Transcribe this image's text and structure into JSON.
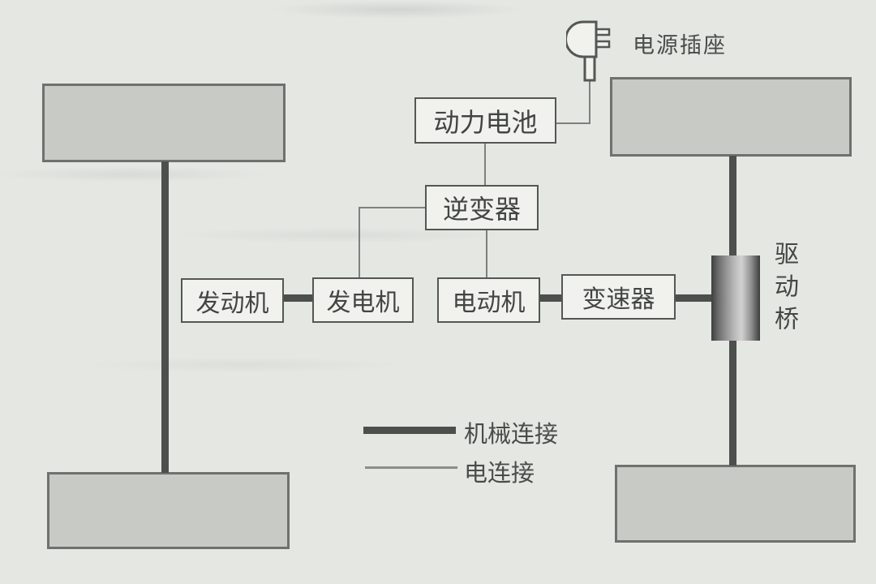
{
  "nodes": {
    "power_outlet": {
      "label": "电源插座"
    },
    "battery": {
      "label": "动力电池"
    },
    "inverter": {
      "label": "逆变器"
    },
    "engine": {
      "label": "发动机"
    },
    "generator": {
      "label": "发电机"
    },
    "motor": {
      "label": "电动机"
    },
    "transmission": {
      "label": "变速器"
    },
    "drive_axle": {
      "label": "驱动桥"
    }
  },
  "legend": {
    "mechanical_label": "机械连接",
    "electrical_label": "电连接"
  },
  "connections": [
    {
      "from": "power_outlet",
      "to": "battery",
      "type": "electrical"
    },
    {
      "from": "battery",
      "to": "inverter",
      "type": "electrical"
    },
    {
      "from": "inverter",
      "to": "generator",
      "type": "electrical"
    },
    {
      "from": "inverter",
      "to": "motor",
      "type": "electrical"
    },
    {
      "from": "engine",
      "to": "generator",
      "type": "mechanical"
    },
    {
      "from": "motor",
      "to": "transmission",
      "type": "mechanical"
    },
    {
      "from": "transmission",
      "to": "drive_axle",
      "type": "mechanical"
    },
    {
      "from": "drive_axle",
      "to": "rear_wheels",
      "type": "mechanical"
    },
    {
      "from": "front_wheels",
      "to": "front_wheels",
      "type": "mechanical"
    }
  ],
  "colors": {
    "background": "#e5e7e3",
    "box_fill": "#f1f2ee",
    "box_border": "#545753",
    "wheel_fill": "#c8cac5",
    "wheel_border": "#6e716d",
    "mechanical_line": "#4c4f4b",
    "electrical_line": "#7d807c",
    "text": "#454745"
  }
}
